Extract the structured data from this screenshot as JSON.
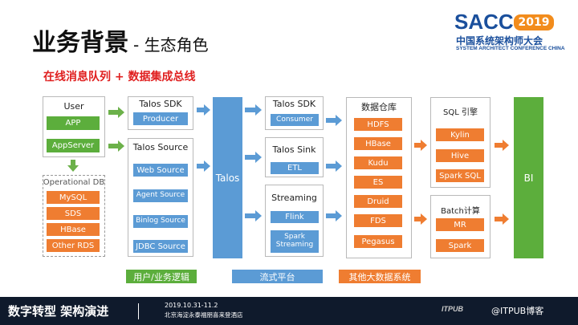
{
  "title": {
    "main": "业务背景",
    "sub": "- 生态角色"
  },
  "subtitle": "在线消息队列 + 数据集成总线",
  "logo": {
    "brand": "SACC",
    "year": "2019",
    "cn": "中国系统架构师大会",
    "en": "SYSTEM ARCHITECT CONFERENCE CHINA"
  },
  "colors": {
    "green": "#5cae3c",
    "orange": "#ef7d31",
    "blue": "#5b9bd5",
    "arrow_green": "#6cb14a",
    "arrow_blue": "#5b9bd5",
    "arrow_orange": "#ef7d31"
  },
  "user_group": {
    "label": "User",
    "items": [
      "APP",
      "AppServer"
    ]
  },
  "operational_db": {
    "label": "Operational DB",
    "items": [
      "MySQL",
      "SDS",
      "HBase",
      "Other RDS"
    ]
  },
  "talos_sdk_in": {
    "label": "Talos SDK",
    "items": [
      "Producer"
    ]
  },
  "talos_source": {
    "label": "Talos Source",
    "items": [
      "Web Source",
      "Agent Source",
      "Binlog Source",
      "JDBC Source"
    ]
  },
  "talos": {
    "label": "Talos"
  },
  "talos_sdk_out": {
    "label": "Talos SDK",
    "items": [
      "Consumer"
    ]
  },
  "talos_sink": {
    "label": "Talos Sink",
    "items": [
      "ETL"
    ]
  },
  "streaming": {
    "label": "Streaming",
    "items": [
      "Flink",
      "Spark Streaming"
    ]
  },
  "warehouse": {
    "label": "数据仓库",
    "items": [
      "HDFS",
      "HBase",
      "Kudu",
      "ES",
      "Druid",
      "FDS",
      "Pegasus"
    ]
  },
  "sql_engine": {
    "label": "SQL 引擎",
    "items": [
      "Kylin",
      "Hive",
      "Spark SQL"
    ]
  },
  "batch": {
    "label": "Batch计算",
    "items": [
      "MR",
      "Spark"
    ]
  },
  "bi": {
    "label": "BI"
  },
  "captions": {
    "user": "用户/业务逻辑",
    "stream": "流式平台",
    "bigdata": "其他大数据系统"
  },
  "footer": {
    "slogan": "数字转型  架构演进",
    "date": "2019.10.31-11.2",
    "venue": "北京海淀永泰福朋喜来登酒店",
    "logo": "ITPUB",
    "watermark": "@ITPUB博客"
  }
}
